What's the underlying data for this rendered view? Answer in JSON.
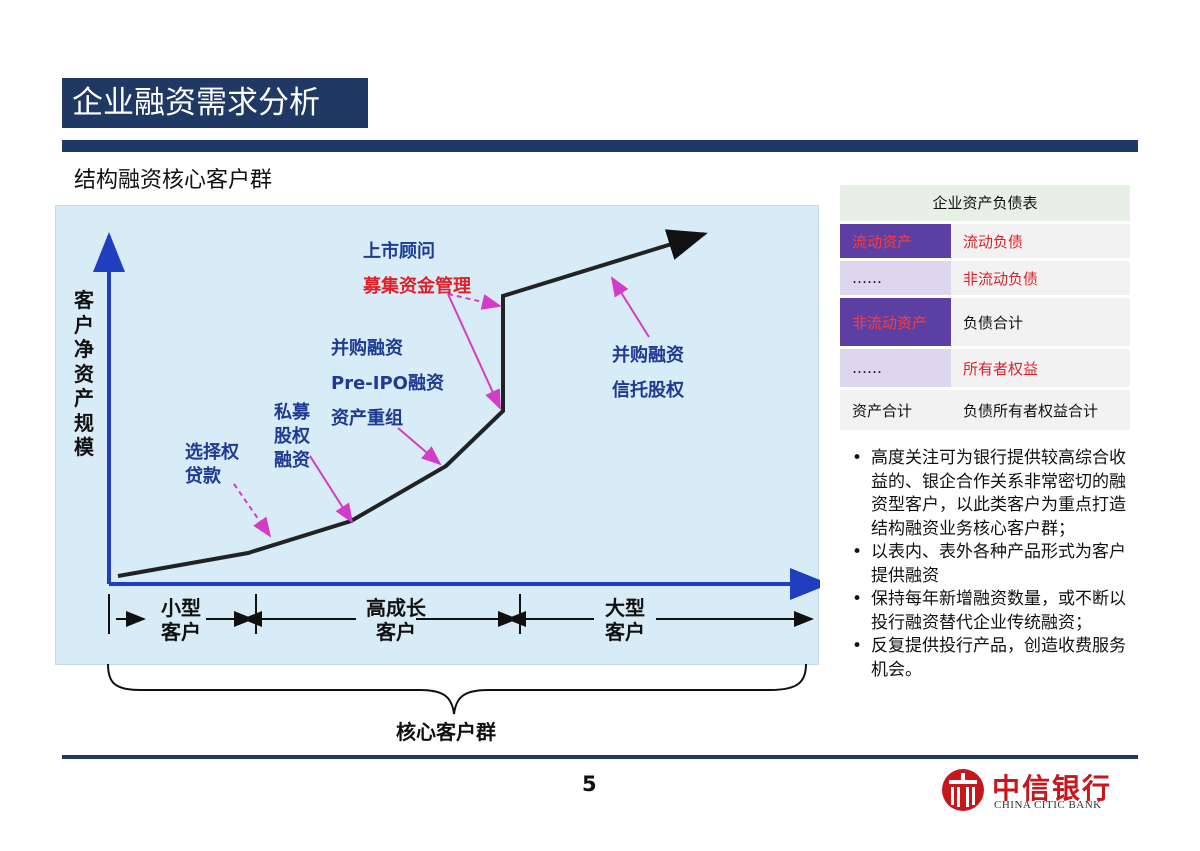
{
  "slide": {
    "title": "企业融资需求分析",
    "subtitle": "结构融资核心客户群",
    "page_number": "5"
  },
  "diagram": {
    "y_axis_label": "客户净资产规模",
    "annotations": {
      "listing": "上市顾问",
      "fund_mgmt": "募集资金管理",
      "ma_1": "并购融资",
      "pre_ipo": "Pre-IPO融资",
      "restructure": "资产重组",
      "pe_1": "私募",
      "pe_2": "股权",
      "pe_3": "融资",
      "option_1": "选择权",
      "option_2": "贷款",
      "ma_2": "并购融资",
      "trust": "信托股权"
    },
    "segments": {
      "small_1": "小型",
      "small_2": "客户",
      "growth_1": "高成长",
      "growth_2": "客户",
      "large_1": "大型",
      "large_2": "客户"
    },
    "core_group": "核心客户群"
  },
  "balance_sheet": {
    "title": "企业资产负债表",
    "rows": [
      {
        "left": "流动资产",
        "right": "流动负债"
      },
      {
        "left": "……",
        "right": "非流动负债"
      },
      {
        "left": "非流动资产",
        "right": "负债合计"
      },
      {
        "left": "……",
        "right": "所有者权益"
      },
      {
        "left": "资产合计",
        "right": "负债所有者权益合计"
      }
    ],
    "colors": {
      "highlight_bg": "#5c3fa3",
      "light_bg": "#dcd6ee",
      "total_bg": "#f2f2f2",
      "red_text": "#e0202a"
    }
  },
  "bullets": {
    "marker": "•",
    "items": [
      "高度关注可为银行提供较高综合收益的、银企合作关系非常密切的融资型客户，以此类客户为重点打造结构融资业务核心客户群；",
      "以表内、表外各种产品形式为客户提供融资",
      "保持每年新增融资数量，或不断以投行融资替代企业传统融资；",
      "反复提供投行产品，创造收费服务机会。"
    ]
  },
  "logo": {
    "name_cn": "中信银行",
    "name_en": "CHINA CITIC BANK",
    "color": "#c8161d"
  }
}
